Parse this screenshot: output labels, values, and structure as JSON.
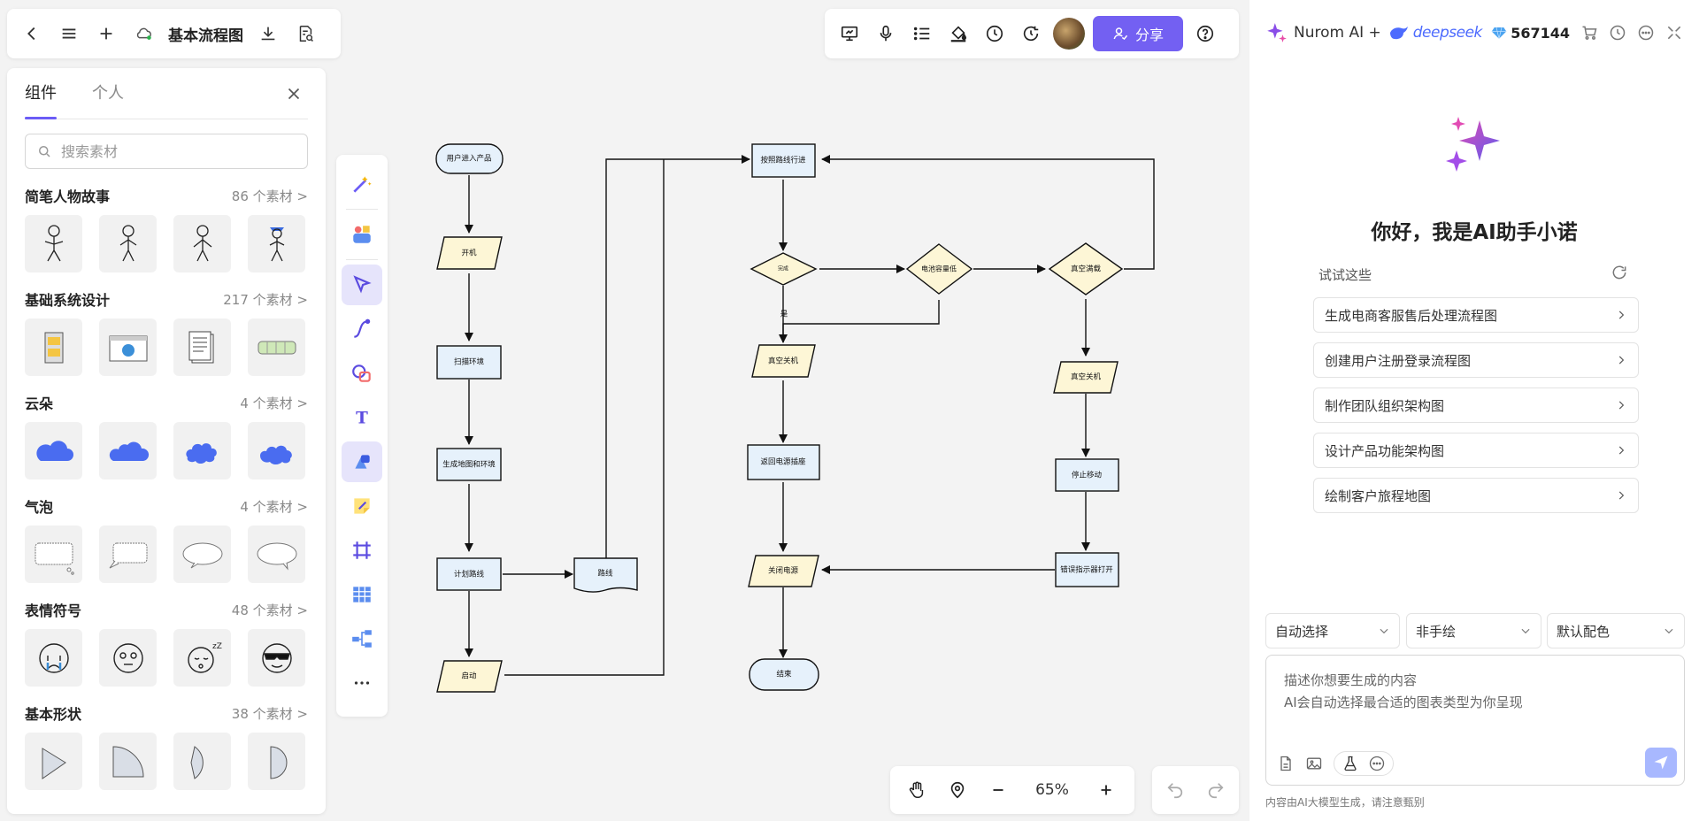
{
  "topbar": {
    "doc_title": "基本流程图"
  },
  "left_panel": {
    "tabs": [
      "组件",
      "个人"
    ],
    "search_placeholder": "搜索素材",
    "categories": [
      {
        "title": "简笔人物故事",
        "count": "86 个素材 >"
      },
      {
        "title": "基础系统设计",
        "count": "217 个素材 >"
      },
      {
        "title": "云朵",
        "count": "4 个素材 >"
      },
      {
        "title": "气泡",
        "count": "4 个素材 >"
      },
      {
        "title": "表情符号",
        "count": "48 个素材 >"
      },
      {
        "title": "基本形状",
        "count": "38 个素材 >"
      }
    ]
  },
  "center_bar": {
    "share_label": "分享"
  },
  "zoom": {
    "value": "65%"
  },
  "flowchart": {
    "n_start": "用户进入产品",
    "n_power_on": "开机",
    "n_scan": "扫描环境",
    "n_map": "生成地图和环境",
    "n_plan": "计划路线",
    "n_route": "路线",
    "n_launch": "启动",
    "n_follow": "按照路线行进",
    "n_done": "完成",
    "n_battery": "电池容量低",
    "n_vacuum_full": "真空满载",
    "n_yes": "是",
    "n_shutdown1": "真空关机",
    "n_return": "返回电源插座",
    "n_poweroff": "关闭电源",
    "n_end": "结束",
    "n_shutdown2": "真空关机",
    "n_stop": "停止移动",
    "n_error": "错误指示器打开"
  },
  "ai_panel": {
    "brand": "Nurom AI +",
    "partner": "deepseek",
    "coins": "567144",
    "greeting": "你好，我是AI助手小诺",
    "try_label": "试试这些",
    "suggestions": [
      "生成电商客服售后处理流程图",
      "创建用户注册登录流程图",
      "制作团队组织架构图",
      "设计产品功能架构图",
      "绘制客户旅程地图"
    ],
    "dropdowns": [
      "自动选择",
      "非手绘",
      "默认配色"
    ],
    "prompt_placeholder": "描述你想要生成的内容\nAI会自动选择最合适的图表类型为你呈现",
    "disclaimer": "内容由AI大模型生成，请注意甄别"
  },
  "colors": {
    "accent": "#7360f2",
    "process_fill": "#e6f1fb",
    "io_fill": "#fdf6d6"
  }
}
